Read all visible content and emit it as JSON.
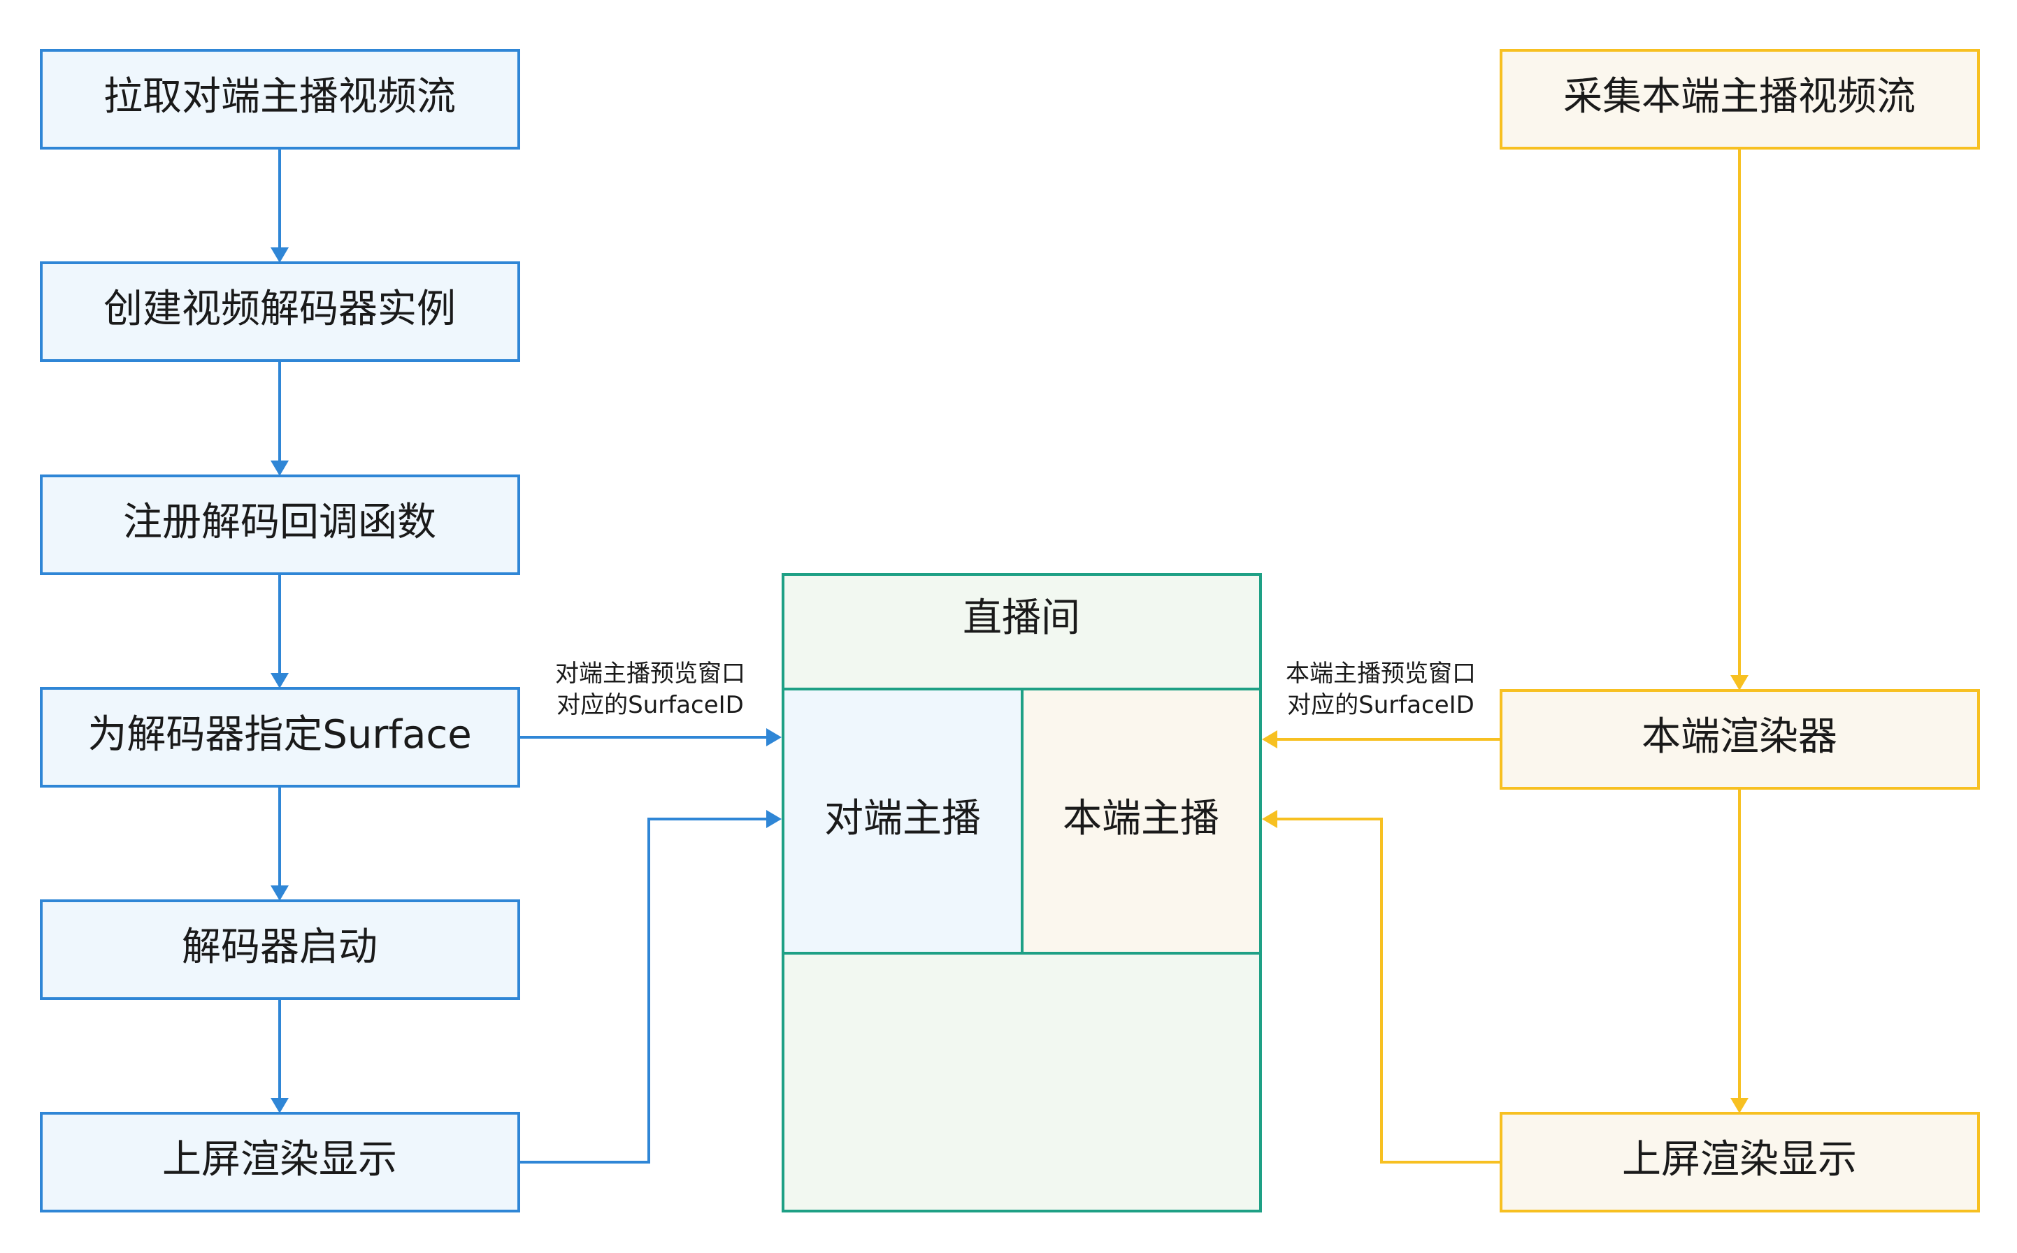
{
  "colors": {
    "blue_stroke": "#2f86d6",
    "blue_fill": "#eff7fd",
    "yellow_stroke": "#f7c021",
    "yellow_fill": "#fbf7ee",
    "green_stroke": "#1ea085",
    "green_fill": "#f2f8f1"
  },
  "left_flow": {
    "steps": [
      "拉取对端主播视频流",
      "创建视频解码器实例",
      "注册解码回调函数",
      "为解码器指定Surface",
      "解码器启动",
      "上屏渲染显示"
    ]
  },
  "right_flow": {
    "steps": [
      "采集本端主播视频流",
      "本端渲染器",
      "上屏渲染显示"
    ]
  },
  "room": {
    "title": "直播间",
    "remote_cell": "对端主播",
    "local_cell": "本端主播"
  },
  "edge_labels": {
    "left_line1": "对端主播预览窗口",
    "left_line2": "对应的SurfaceID",
    "right_line1": "本端主播预览窗口",
    "right_line2": "对应的SurfaceID"
  }
}
